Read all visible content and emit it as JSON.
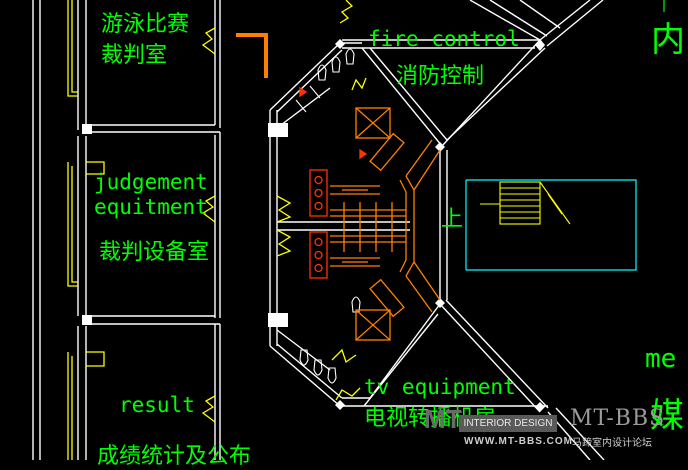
{
  "labels": {
    "swim_judge_cn_1": "游泳比赛",
    "swim_judge_cn_2": "裁判室",
    "fire_control_en": "fire control",
    "fire_control_cn": "消防控制",
    "judge_equip_en_1": "judgement",
    "judge_equip_en_2": "equitment",
    "judge_equip_cn": "裁判设备室",
    "stair_up": "上",
    "result_en": "result",
    "result_cn": "成绩统计及公布",
    "tv_en": "tv equipment",
    "tv_cn": "电视转播机房",
    "edge_top_right": "内",
    "edge_right_en": "me",
    "edge_right_cn": "媒"
  },
  "watermark": {
    "ghost": "MT",
    "box": "INTERIOR DESIGN",
    "brand": "MT-BBS",
    "url": "WWW.MT-BBS.COM",
    "sub": "马蹄室内设计论坛"
  },
  "colors": {
    "background": "#000000",
    "text": "#00ff00",
    "wall": "#ffffff",
    "door": "#ffff00",
    "accent": "#ff8000",
    "fixture": "#ff3300",
    "stair": "#00ffff",
    "watermark_box": "#5a5a5a"
  }
}
